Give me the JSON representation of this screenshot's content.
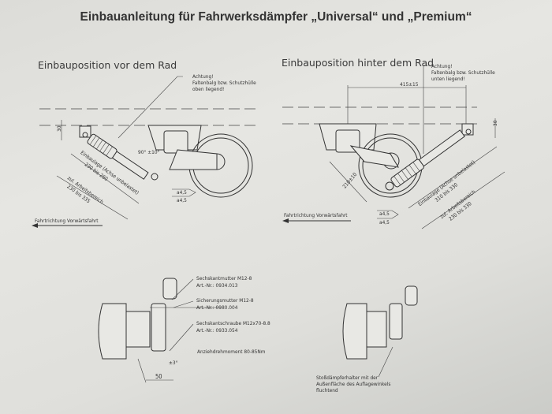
{
  "title": "Einbauanleitung für Fahrwerksdämpfer „Universal“ und „Premium“",
  "front": {
    "heading": "Einbauposition vor dem Rad",
    "note": [
      "Achtung!",
      "Faltenbalg bzw. Schutzhülle",
      "oben liegend!"
    ],
    "dim_30": "30",
    "angle": "90° ±10°",
    "install_length_label": "Einbaulage (Achse unbelastet)",
    "install_length_value": "230 bis 260",
    "working_range_label": "zul. Arbeitsbereich",
    "working_range_value": "230 bis 335",
    "weld_1": "a4,5",
    "weld_2": "a4,5",
    "direction": "Fahrtrichtung Vorwärtsfahrt"
  },
  "rear": {
    "heading": "Einbauposition hinter dem Rad",
    "note": [
      "Achtung!",
      "Faltenbalg bzw. Schutzhülle",
      "unten liegend!"
    ],
    "dim_415": "415±15",
    "dim_30": "30",
    "dim_210": "210±10",
    "install_length_label": "Einbaulage (Achse unbelastet)",
    "install_length_value": "310 bis 330",
    "working_range_label": "zul. Arbeitsbereich",
    "working_range_value": "230 bis 330",
    "weld_1": "a4,5",
    "weld_2": "a4,5",
    "direction": "Fahrtrichtung Vorwärtsfahrt"
  },
  "parts": [
    {
      "name": "Sechskantmutter M12-8",
      "art": "Art.-Nr.: 0934.013"
    },
    {
      "name": "Sicherungsmutter M12-8",
      "art": "Art.-Nr.: 0980.004"
    },
    {
      "name": "Sechskantschraube M12x70-8.8",
      "art": "Art.-Nr.: 0933.054"
    }
  ],
  "torque": "Anziehdrehmoment 80-85Nm",
  "dim_50": "50",
  "angle_3": "±3°",
  "mount_note": [
    "Stoßdämpferhalter mit der",
    "Außenfläche des Auflagewinkels",
    "fluchtend"
  ]
}
